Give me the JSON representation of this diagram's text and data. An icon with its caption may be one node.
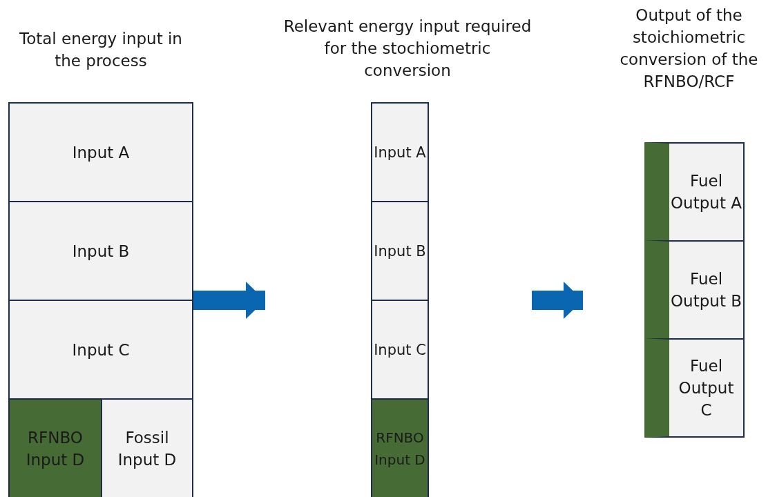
{
  "diagram": {
    "nodes": [
      {
        "text": [
          "Total energy input in the process"
        ]
      },
      {
        "text": [
          "Input A"
        ],
        "in": 0
      },
      {
        "text": [
          "Input B"
        ],
        "in": 0
      },
      {
        "text": [
          "Input C"
        ],
        "in": 0
      },
      {
        "text": [
          "RFNBO Input D"
        ],
        "in": 0
      },
      {
        "text": [
          "Fossil Input D"
        ],
        "in": 0
      },
      {
        "text": [
          "Relevant energy input required for the stochiometric conversion"
        ]
      },
      {
        "text": [
          "Input A"
        ],
        "in": 6
      },
      {
        "text": [
          "Input B"
        ],
        "in": 6
      },
      {
        "text": [
          "Input C"
        ],
        "in": 6
      },
      {
        "text": [
          "RFNBO Input D"
        ],
        "in": 6
      },
      {
        "text": [
          "Output of the stoichiometric conversion of the RFNBO/RCF"
        ]
      },
      {
        "text": [
          "Fuel Output A"
        ],
        "in": 11
      },
      {
        "text": [
          "Fuel Output B"
        ],
        "in": 11
      },
      {
        "text": [
          "Fuel Output C"
        ],
        "in": 11
      }
    ],
    "edges": [
      {
        "from": 0,
        "to": 6,
        "arrow": "to"
      },
      {
        "from": 6,
        "to": 11,
        "arrow": "to"
      }
    ]
  }
}
